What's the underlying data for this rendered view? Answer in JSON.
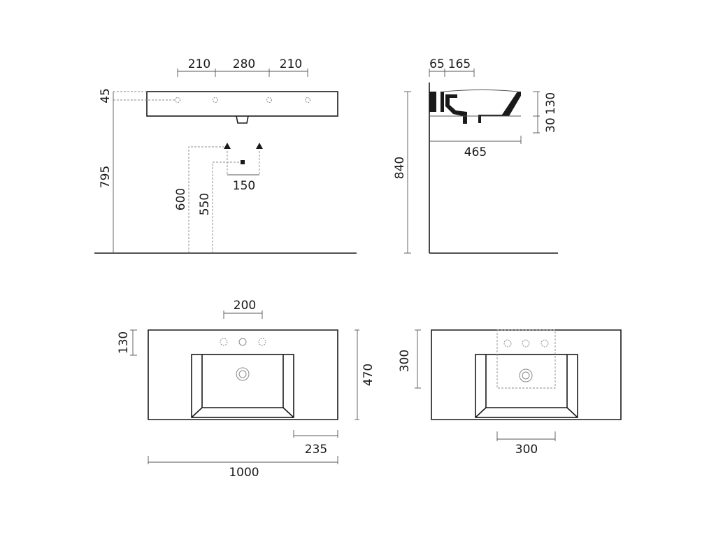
{
  "front_view": {
    "tap_spacing": [
      "210",
      "280",
      "210"
    ],
    "rim_height": "45",
    "height_to_rim": "795",
    "supply_spacing": "150",
    "supply_height": "600",
    "waste_height": "550"
  },
  "side_view": {
    "top_offsets": [
      "65",
      "165"
    ],
    "rim_depth": "130",
    "bottom_depth": "30",
    "depth": "465",
    "height_to_top": "840"
  },
  "plan_view": {
    "tap_hole_spacing": "200",
    "tap_row_offset": "130",
    "depth": "470",
    "side_margin": "235",
    "width": "1000"
  },
  "plan_view_alt": {
    "tap_zone_depth": "300",
    "tap_zone_width": "300"
  }
}
